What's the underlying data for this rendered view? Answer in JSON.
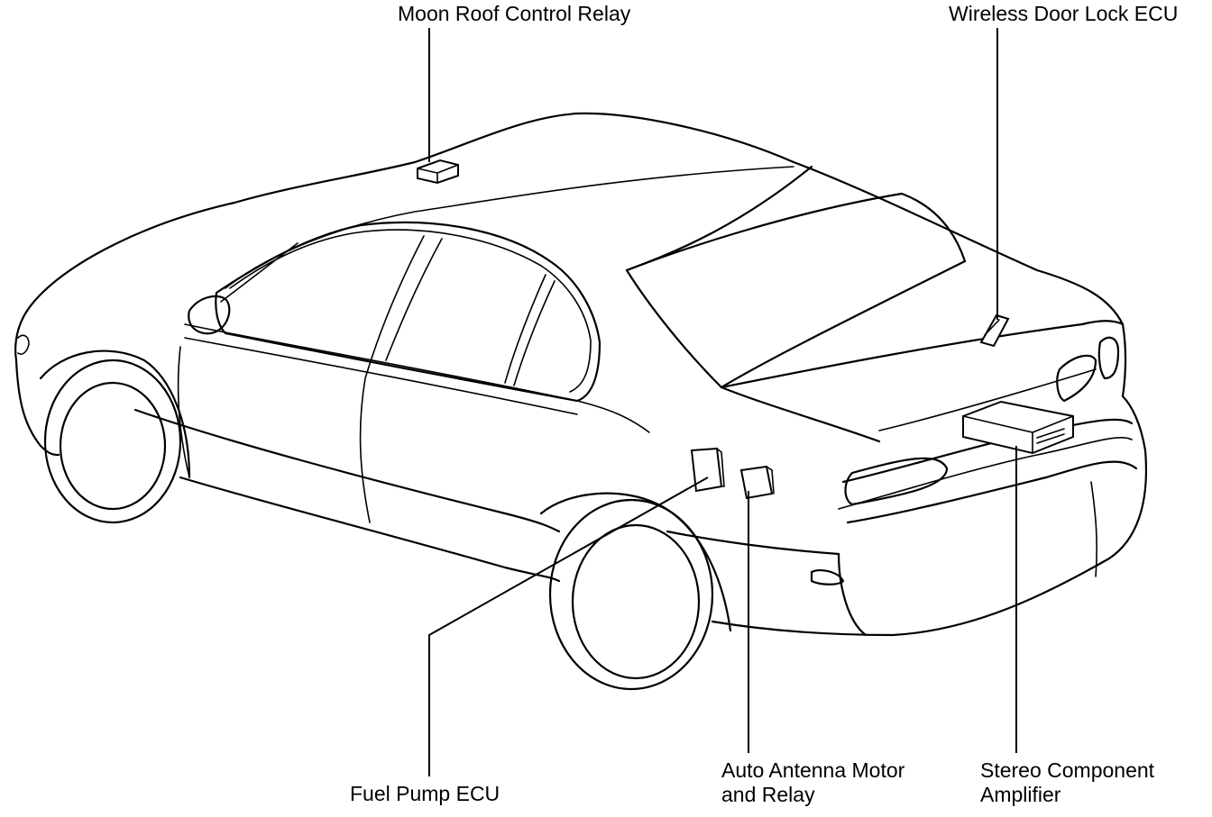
{
  "labels": {
    "moon_roof": "Moon Roof Control Relay",
    "wireless": "Wireless Door Lock ECU",
    "fuel_pump": "Fuel Pump ECU",
    "antenna_line1": "Auto Antenna Motor",
    "antenna_line2": "and Relay",
    "stereo_line1": "Stereo Component",
    "stereo_line2": "Amplifier"
  },
  "colors": {
    "line": "#000000",
    "background": "#ffffff"
  }
}
